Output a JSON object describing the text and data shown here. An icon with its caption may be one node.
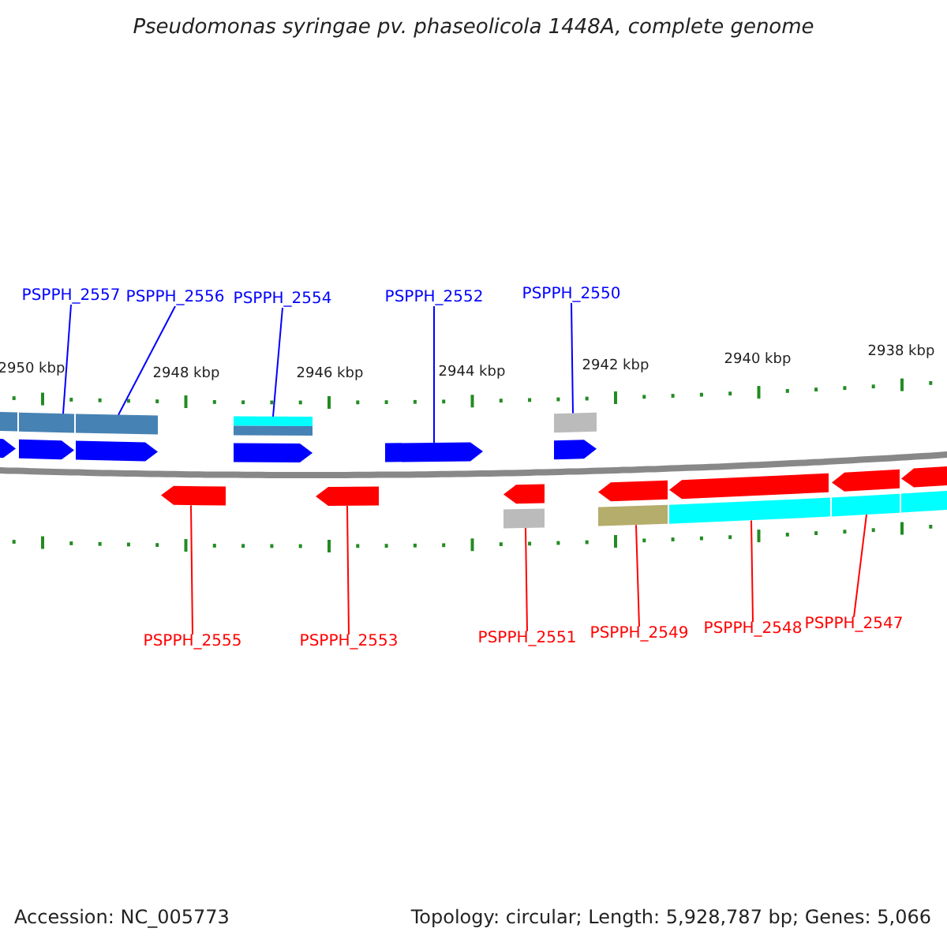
{
  "diagram": {
    "title": "Pseudomonas syringae pv. phaseolicola 1448A, complete genome",
    "nodes": [
      {
        "text": [
          "PSPPH_2557"
        ]
      },
      {
        "text": [
          "PSPPH_2556"
        ]
      },
      {
        "text": [
          "PSPPH_2554"
        ]
      },
      {
        "text": [
          "PSPPH_2552"
        ]
      },
      {
        "text": [
          "PSPPH_2550"
        ]
      },
      {
        "text": [
          "PSPPH_2555"
        ]
      },
      {
        "text": [
          "PSPPH_2553"
        ]
      },
      {
        "text": [
          "PSPPH_2551"
        ]
      },
      {
        "text": [
          "PSPPH_2549"
        ]
      },
      {
        "text": [
          "PSPPH_2548"
        ]
      },
      {
        "text": [
          "PSPPH_2547"
        ]
      },
      {
        "text": [],
        "shape": "box"
      },
      {
        "text": [],
        "shape": "box"
      },
      {
        "text": [],
        "shape": "box"
      },
      {
        "text": [],
        "shape": "box"
      },
      {
        "text": [],
        "shape": "box"
      },
      {
        "text": [],
        "shape": "arrow"
      },
      {
        "text": [],
        "shape": "arrow"
      },
      {
        "text": [],
        "shape": "arrow"
      },
      {
        "text": [],
        "shape": "arrow"
      },
      {
        "text": [],
        "shape": "arrow"
      },
      {
        "text": [],
        "shape": "arrow"
      },
      {
        "text": [],
        "shape": "arrow"
      },
      {
        "text": [],
        "shape": "arrow"
      },
      {
        "text": [],
        "shape": "arrow"
      },
      {
        "text": [],
        "shape": "arrow"
      },
      {
        "text": [],
        "shape": "arrow"
      },
      {
        "text": [],
        "shape": "arrow"
      },
      {
        "text": [],
        "shape": "arrow"
      },
      {
        "text": [],
        "shape": "box"
      },
      {
        "text": [],
        "shape": "box"
      },
      {
        "text": [],
        "shape": "box"
      },
      {
        "text": [],
        "shape": "box"
      },
      {
        "text": [],
        "shape": "box"
      }
    ],
    "edges": [
      {
        "from": 0,
        "to": 12,
        "arrow": "none",
        "color": "#0000ff"
      },
      {
        "from": 1,
        "to": 13,
        "arrow": "none",
        "color": "#0000ff"
      },
      {
        "from": 2,
        "to": 14,
        "arrow": "none",
        "color": "#0000ff"
      },
      {
        "from": 3,
        "to": 20,
        "arrow": "none",
        "color": "#0000ff"
      },
      {
        "from": 4,
        "to": 15,
        "arrow": "none",
        "color": "#0000ff"
      },
      {
        "from": 5,
        "to": 22,
        "arrow": "none"
      },
      {
        "from": 6,
        "to": 23,
        "arrow": "none"
      },
      {
        "from": 7,
        "to": 29,
        "arrow": "none"
      },
      {
        "from": 8,
        "to": 30,
        "arrow": "none"
      },
      {
        "from": 9,
        "to": 31,
        "arrow": "none"
      },
      {
        "from": 10,
        "to": 32,
        "arrow": "none"
      }
    ],
    "labels": [
      "2950 kbp",
      "2948 kbp",
      "2946 kbp",
      "2944 kbp",
      "2942 kbp",
      "2940 kbp",
      "2938 kbp",
      "Accession: NC_005773",
      "Topology: circular; Length: 5,928,787 bp; Genes: 5,066"
    ]
  }
}
